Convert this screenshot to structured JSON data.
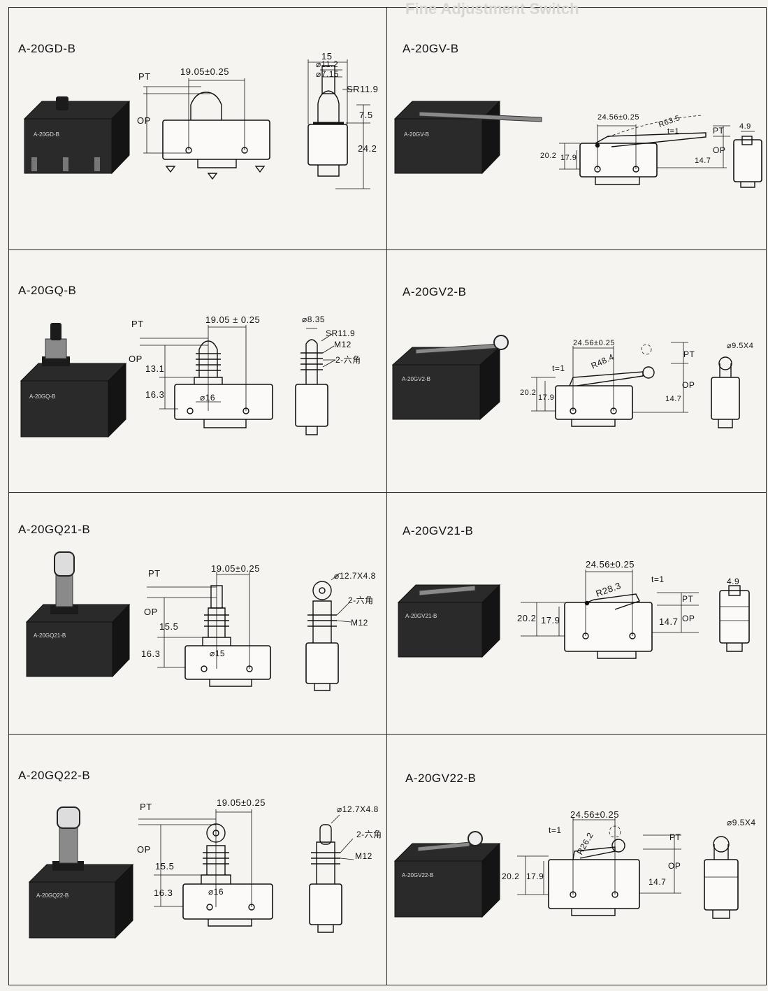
{
  "header_ghost": "Fine Adjustment Switch",
  "panels": {
    "gd": {
      "model": "A-20GD-B",
      "d_pitch": "19.05±0.25",
      "pt": "PT",
      "op": "OP",
      "d_w": "15",
      "d_dia1": "⌀11.2",
      "d_dia2": "⌀7.15",
      "d_sr": "SR11.9",
      "d_75": "7.5",
      "d_242": "24.2"
    },
    "gv": {
      "model": "A-20GV-B",
      "d_pitch": "24.56±0.25",
      "d_r": "R63.5",
      "t": "t=1",
      "pt": "PT",
      "op": "OP",
      "d_202": "20.2",
      "d_179": "17.9",
      "d_147": "14.7",
      "d_49": "4.9"
    },
    "gq": {
      "model": "A-20GQ-B",
      "pt": "PT",
      "op": "OP",
      "d_pitch": "19.05 ± 0.25",
      "d_131": "13.1",
      "d_163": "16.3",
      "d_dia16": "⌀16",
      "d_dia835": "⌀8.35",
      "d_sr": "SR11.9",
      "d_m12": "M12",
      "d_hex": "2-六角"
    },
    "gv2": {
      "model": "A-20GV2-B",
      "d_pitch": "24.56±0.25",
      "d_r": "R48.4",
      "t": "t=1",
      "pt": "PT",
      "op": "OP",
      "d_202": "20.2",
      "d_179": "17.9",
      "d_147": "14.7",
      "d_roller": "⌀9.5X4"
    },
    "gq21": {
      "model": "A-20GQ21-B",
      "pt": "PT",
      "op": "OP",
      "d_pitch": "19.05±0.25",
      "d_155": "15.5",
      "d_163": "16.3",
      "d_dia15": "⌀15",
      "d_roller": "⌀12.7X4.8",
      "d_hex": "2-六角",
      "d_m12": "M12"
    },
    "gv21": {
      "model": "A-20GV21-B",
      "d_pitch": "24.56±0.25",
      "d_r": "R28.3",
      "t": "t=1",
      "pt": "PT",
      "op": "OP",
      "d_202": "20.2",
      "d_179": "17.9",
      "d_147": "14.7",
      "d_49": "4.9"
    },
    "gq22": {
      "model": "A-20GQ22-B",
      "pt": "PT",
      "op": "OP",
      "d_pitch": "19.05±0.25",
      "d_155": "15.5",
      "d_163": "16.3",
      "d_dia16": "⌀16",
      "d_roller": "⌀12.7X4.8",
      "d_hex": "2-六角",
      "d_m12": "M12"
    },
    "gv22": {
      "model": "A-20GV22-B",
      "d_pitch": "24.56±0.25",
      "d_r": "R26.2",
      "t": "t=1",
      "pt": "PT",
      "op": "OP",
      "d_202": "20.2",
      "d_179": "17.9",
      "d_147": "14.7",
      "d_roller": "⌀9.5X4"
    }
  },
  "photo_labels": {
    "gd": "A-20GD-B",
    "gv": "A-20GV-B",
    "gq": "A-20GQ-B",
    "gv2": "A-20GV2-B",
    "gq21": "A-20GQ21-B",
    "gv21": "A-20GV21-B",
    "gq22": "A-20GQ22-B",
    "gv22": "A-20GV22-B"
  }
}
